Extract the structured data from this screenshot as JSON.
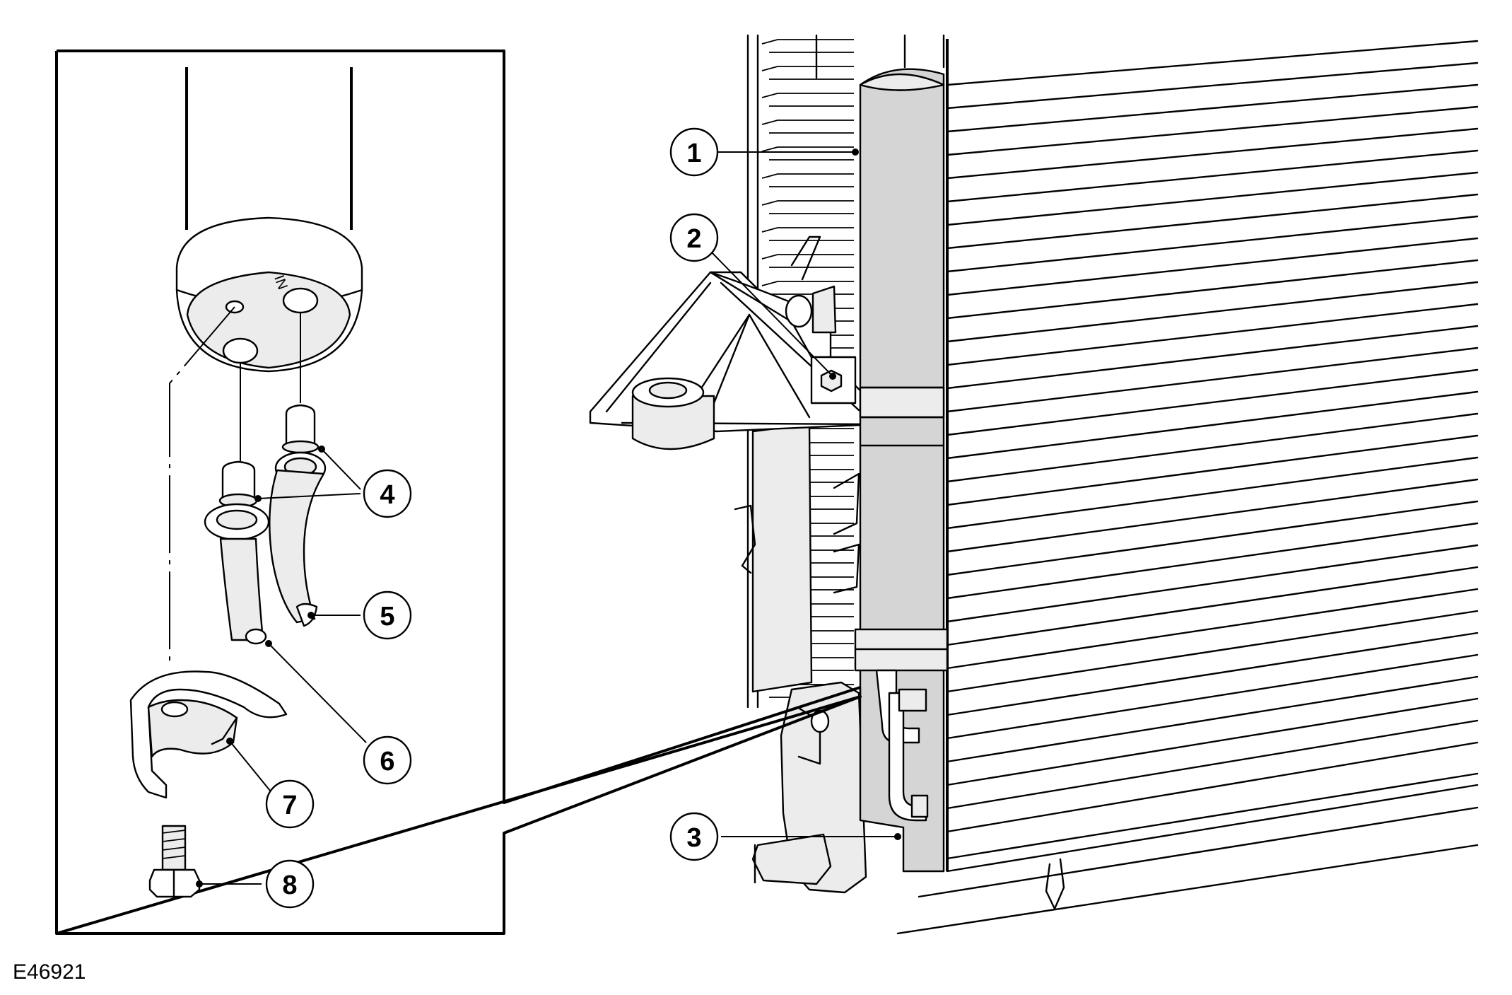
{
  "figure": {
    "id": "E46921",
    "port_label": "IN"
  },
  "callouts": [
    {
      "id": "1",
      "label": "1"
    },
    {
      "id": "2",
      "label": "2"
    },
    {
      "id": "3",
      "label": "3"
    },
    {
      "id": "4",
      "label": "4"
    },
    {
      "id": "5",
      "label": "5"
    },
    {
      "id": "6",
      "label": "6"
    },
    {
      "id": "7",
      "label": "7"
    },
    {
      "id": "8",
      "label": "8"
    }
  ]
}
